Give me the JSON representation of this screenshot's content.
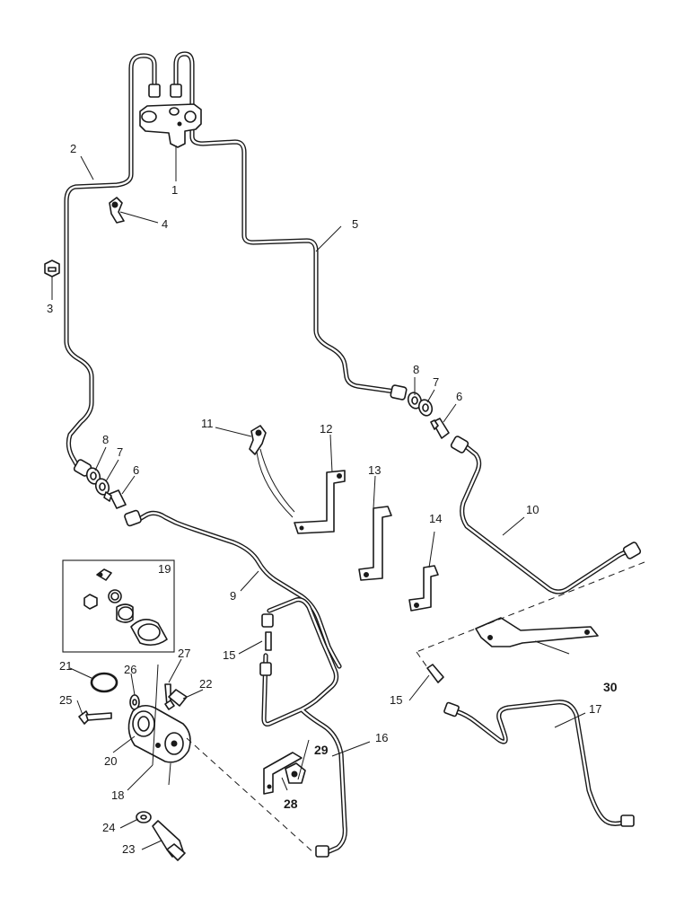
{
  "labels": {
    "l1": "1",
    "l2": "2",
    "l3": "3",
    "l4": "4",
    "l5": "5",
    "l6a": "6",
    "l6b": "6",
    "l7a": "7",
    "l7b": "7",
    "l8a": "8",
    "l8b": "8",
    "l9": "9",
    "l10": "10",
    "l11": "11",
    "l12": "12",
    "l13": "13",
    "l14": "14",
    "l15a": "15",
    "l15b": "15",
    "l16": "16",
    "l17": "17",
    "l18": "18",
    "l19": "19",
    "l20": "20",
    "l21": "21",
    "l22": "22",
    "l23": "23",
    "l24": "24",
    "l25": "25",
    "l26": "26",
    "l27": "27",
    "l28": "28",
    "l29": "29",
    "l30": "30"
  },
  "colors": {
    "line": "#1a1a1a",
    "background": "#ffffff"
  }
}
